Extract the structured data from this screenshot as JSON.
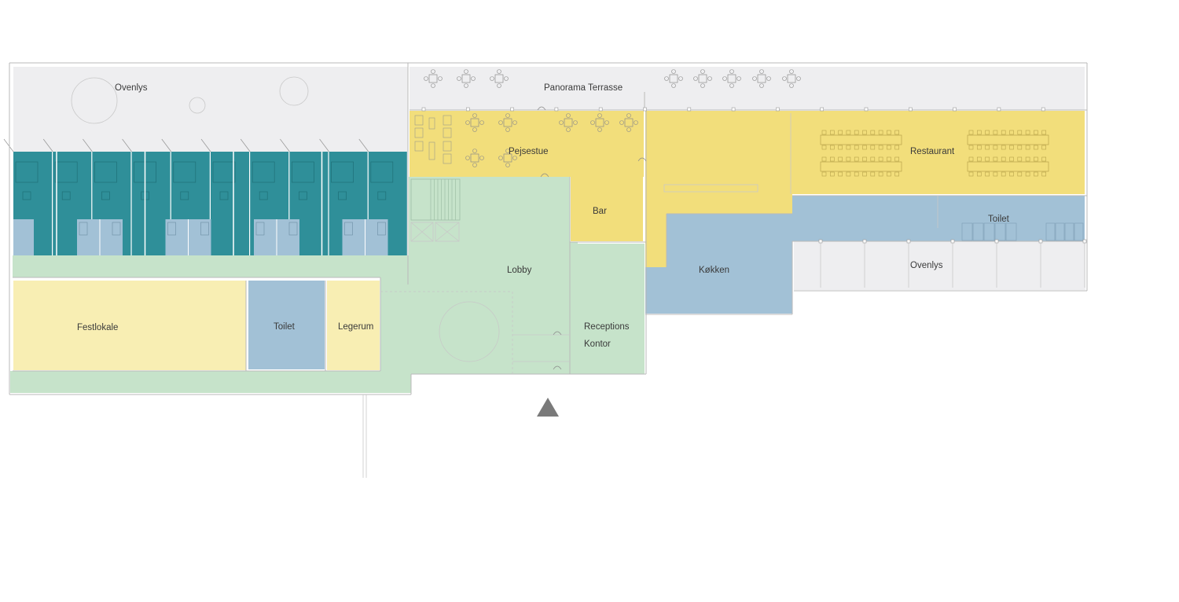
{
  "colors": {
    "terrace_grey": "#eeeef0",
    "room_teal": "#2f8f99",
    "lobby_green": "#c6e3ca",
    "warm_yellow": "#f2de7b",
    "light_yellow": "#f8eeb3",
    "service_blue": "#a2c1d6",
    "entrance_marker": "#7a7a7a"
  },
  "rooms": {
    "ovenlys_left": "Ovenlys",
    "panorama_terrasse": "Panorama Terrasse",
    "pejsestue": "Pejsestue",
    "restaurant": "Restaurant",
    "bar": "Bar",
    "toilet_right": "Toilet",
    "ovenlys_right": "Ovenlys",
    "lobby": "Lobby",
    "kokken": "Køkken",
    "receptions": "Receptions",
    "kontor": "Kontor",
    "festlokale": "Festlokale",
    "toilet_left": "Toilet",
    "legerum": "Legerum"
  },
  "icons": {
    "entrance": "entrance-arrow-icon",
    "table_set": "table-with-chairs-icon",
    "door_swing": "door-swing-icon",
    "elevator": "elevator-icon"
  }
}
